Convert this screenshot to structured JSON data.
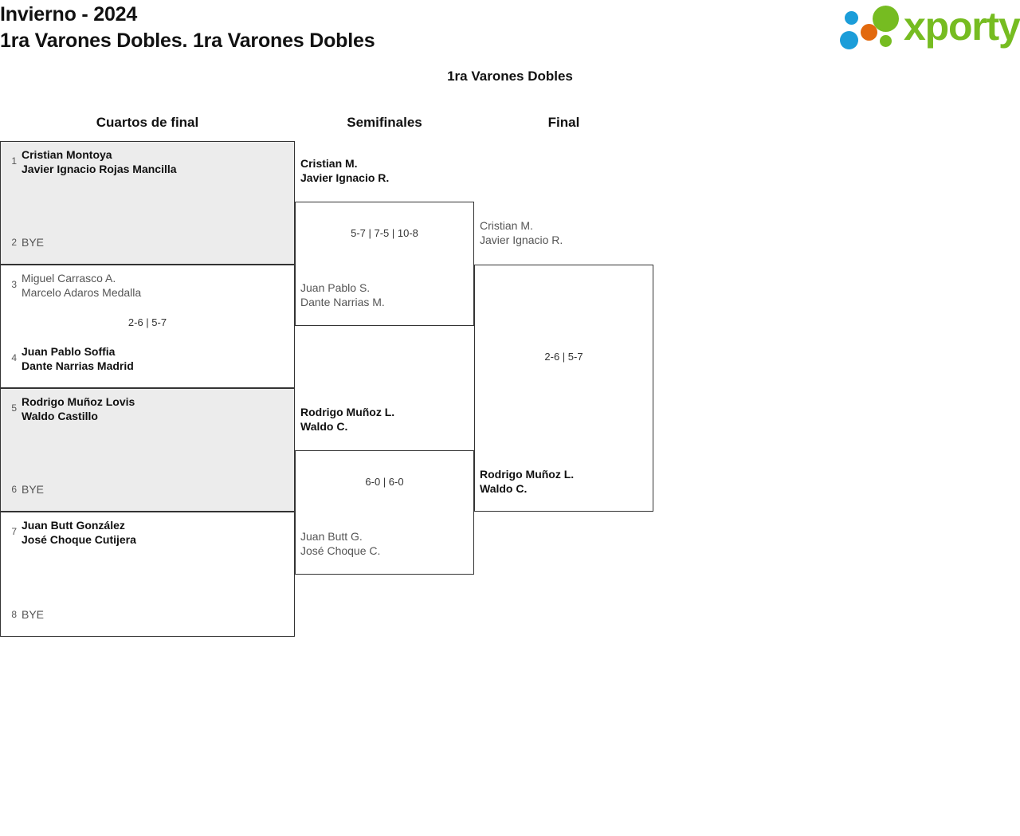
{
  "header": {
    "season_title": "Invierno - 2024",
    "category_title": "1ra Varones Dobles. 1ra Varones Dobles",
    "logo_word": "xporty",
    "colors": {
      "green": "#76bc21",
      "blue": "#1b9dd9",
      "orange": "#e2690e"
    }
  },
  "draw": {
    "title": "1ra Varones Dobles",
    "rounds": [
      {
        "label": "Cuartos de final"
      },
      {
        "label": "Semifinales"
      },
      {
        "label": "Final"
      }
    ]
  },
  "bracket": {
    "quarterfinals": [
      {
        "shaded": true,
        "score": "",
        "top": {
          "seed": "1",
          "p1": "Cristian Montoya",
          "p2": "Javier Ignacio Rojas Mancilla",
          "result": "winner"
        },
        "bottom": {
          "seed": "2",
          "p1": "BYE",
          "p2": "",
          "result": "bye"
        }
      },
      {
        "shaded": false,
        "score": "2-6 | 5-7",
        "top": {
          "seed": "3",
          "p1": "Miguel Carrasco A.",
          "p2": "Marcelo Adaros Medalla",
          "result": "loser"
        },
        "bottom": {
          "seed": "4",
          "p1": "Juan Pablo Soffia",
          "p2": "Dante Narrias Madrid",
          "result": "winner"
        }
      },
      {
        "shaded": true,
        "score": "",
        "top": {
          "seed": "5",
          "p1": "Rodrigo Muñoz Lovis",
          "p2": "Waldo Castillo",
          "result": "winner"
        },
        "bottom": {
          "seed": "6",
          "p1": "BYE",
          "p2": "",
          "result": "bye"
        }
      },
      {
        "shaded": false,
        "score": "",
        "top": {
          "seed": "7",
          "p1": "Juan Butt González",
          "p2": "José Choque Cutijera",
          "result": "winner"
        },
        "bottom": {
          "seed": "8",
          "p1": "BYE",
          "p2": "",
          "result": "bye"
        }
      }
    ],
    "semifinals": [
      {
        "score": "5-7 | 7-5 | 10-8",
        "top": {
          "p1": "Cristian M.",
          "p2": "Javier Ignacio R.",
          "result": "winner"
        },
        "bottom": {
          "p1": "Juan Pablo S.",
          "p2": "Dante Narrias M.",
          "result": "loser"
        }
      },
      {
        "score": "6-0 | 6-0",
        "top": {
          "p1": "Rodrigo Muñoz L.",
          "p2": "Waldo C.",
          "result": "winner"
        },
        "bottom": {
          "p1": "Juan Butt G.",
          "p2": "José Choque C.",
          "result": "loser"
        }
      }
    ],
    "final": [
      {
        "score": "2-6 | 5-7",
        "top": {
          "p1": "Cristian M.",
          "p2": "Javier Ignacio R.",
          "result": "loser"
        },
        "bottom": {
          "p1": "Rodrigo Muñoz L.",
          "p2": "Waldo C.",
          "result": "winner"
        }
      }
    ]
  }
}
